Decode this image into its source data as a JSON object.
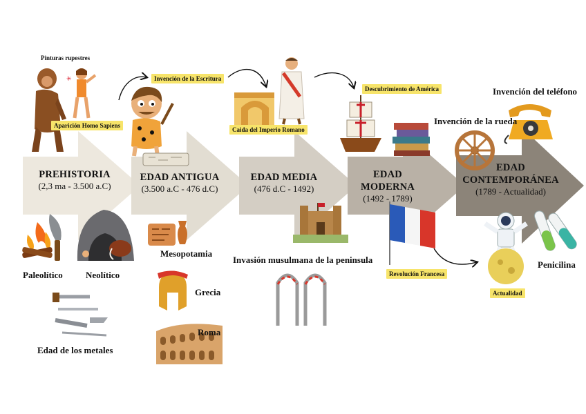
{
  "eras": [
    {
      "title": "PREHISTORIA",
      "range": "(2,3 ma - 3.500 a.C)",
      "color": "#ede8de"
    },
    {
      "title": "EDAD ANTIGUA",
      "range": "(3.500 a.C - 476 d.C)",
      "color": "#e2ddd2"
    },
    {
      "title": "EDAD MEDIA",
      "range": "(476 d.C - 1492)",
      "color": "#d4cec4"
    },
    {
      "title": "EDAD MODERNA",
      "range": "(1492 - 1789)",
      "color": "#b9b1a6"
    },
    {
      "title": "EDAD CONTEMPORÁNEA",
      "title_line1": "EDAD",
      "title_line2": "CONTEMPORÁNEA",
      "range": "(1789 - Actualidad)",
      "color": "#8c8479"
    }
  ],
  "events": {
    "pinturas": "Pinturas rupestres",
    "homo_sapiens": "Aparición Homo Sapiens",
    "escritura": "Invención de la Escritura",
    "caida_roma": "Caida del Imperio Romano",
    "descubrimiento": "Descubrimiento de América",
    "telefono": "Invención del teléfono",
    "rueda": "Invención de la rueda",
    "paleolitico": "Paleolítico",
    "neolitico": "Neolítico",
    "metales": "Edad de los metales",
    "mesopotamia": "Mesopotamia",
    "grecia": "Grecia",
    "roma": "Roma",
    "invasion": "Invasión musulmana de la peninsula",
    "revolucion": "Revolución Francesa",
    "actualidad": "Actualidad",
    "penicilina": "Penicilina"
  },
  "colors": {
    "tag": "#f7e46a",
    "text": "#111111"
  },
  "icons": [
    "cave-painting-icon",
    "ape-icon",
    "caveman-icon",
    "arch-ruins-icon",
    "roman-senator-icon",
    "caravel-ship-icon",
    "books-icon",
    "wheel-icon",
    "telephone-icon",
    "campfire-icon",
    "stone-knife-icon",
    "mammoth-icon",
    "metal-tools-icon",
    "clay-tablet-icon",
    "spartan-helmet-icon",
    "colosseum-icon",
    "castle-icon",
    "arches-icon",
    "french-flag-icon",
    "astronaut-icon",
    "test-tubes-icon"
  ]
}
